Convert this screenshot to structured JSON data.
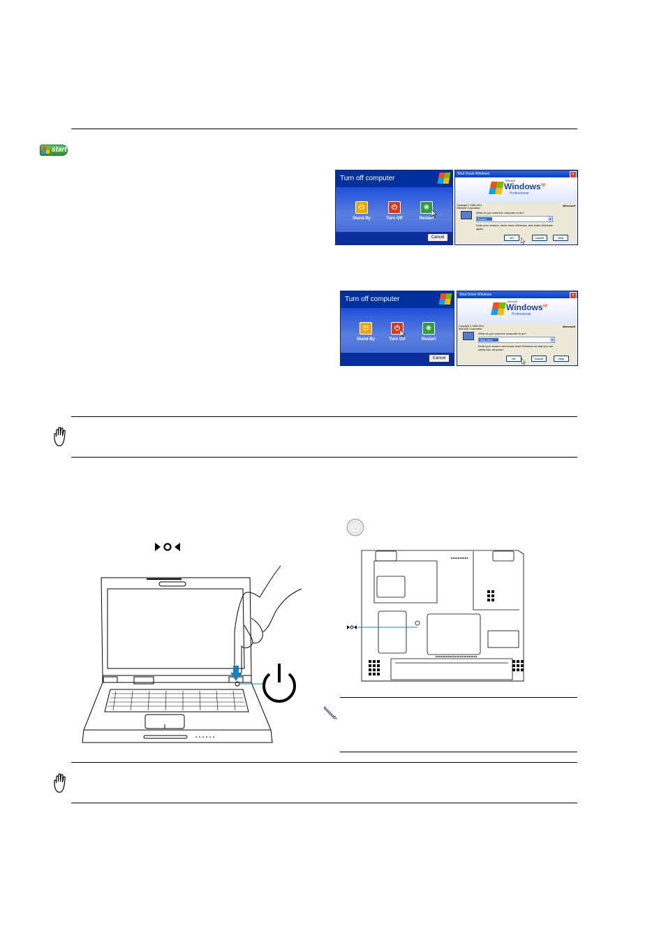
{
  "start_button": {
    "label": "start"
  },
  "dialog_turnoff_1": {
    "title": "Turn off computer",
    "options": [
      "Stand By",
      "Turn Off",
      "Restart"
    ],
    "cancel": "Cancel"
  },
  "dialog_shutdown_1": {
    "title": "Shut Down Windows",
    "brand_small": "Microsoft",
    "brand": "Windows",
    "brand_sup": "xp",
    "edition": "Professional",
    "copyright": "Copyright © 1985-2001 Microsoft Corporation",
    "ms": "Microsoft",
    "question": "What do you want the computer to do?",
    "selected": "Restart",
    "description": "Ends your session, shuts down Windows, and starts Windows again.",
    "buttons": [
      "OK",
      "Cancel",
      "Help"
    ]
  },
  "dialog_turnoff_2": {
    "title": "Turn off computer",
    "options": [
      "Stand By",
      "Turn Off",
      "Restart"
    ],
    "cancel": "Cancel"
  },
  "dialog_shutdown_2": {
    "title": "Shut Down Windows",
    "brand_small": "Microsoft",
    "brand": "Windows",
    "brand_sup": "xp",
    "edition": "Professional",
    "copyright": "Copyright © 1985-2001 Microsoft Corporation",
    "ms": "Microsoft",
    "question": "What do you want the computer to do?",
    "selected": "Shut down",
    "description": "Ends your session and shuts down Windows so that you can safely turn off power.",
    "buttons": [
      "OK",
      "Cancel",
      "Help"
    ]
  },
  "icons": {
    "warning_1": "hand-stop-icon",
    "warning_2": "hand-stop-icon",
    "note": "pencil-note-icon",
    "reset": "reset-symbol-icon",
    "power": "power-symbol-icon",
    "power_small": "power-button-icon"
  },
  "colors": {
    "xp_blue": "#1d4ed8",
    "xp_green": "#2e8b2e",
    "rule": "#000000"
  }
}
